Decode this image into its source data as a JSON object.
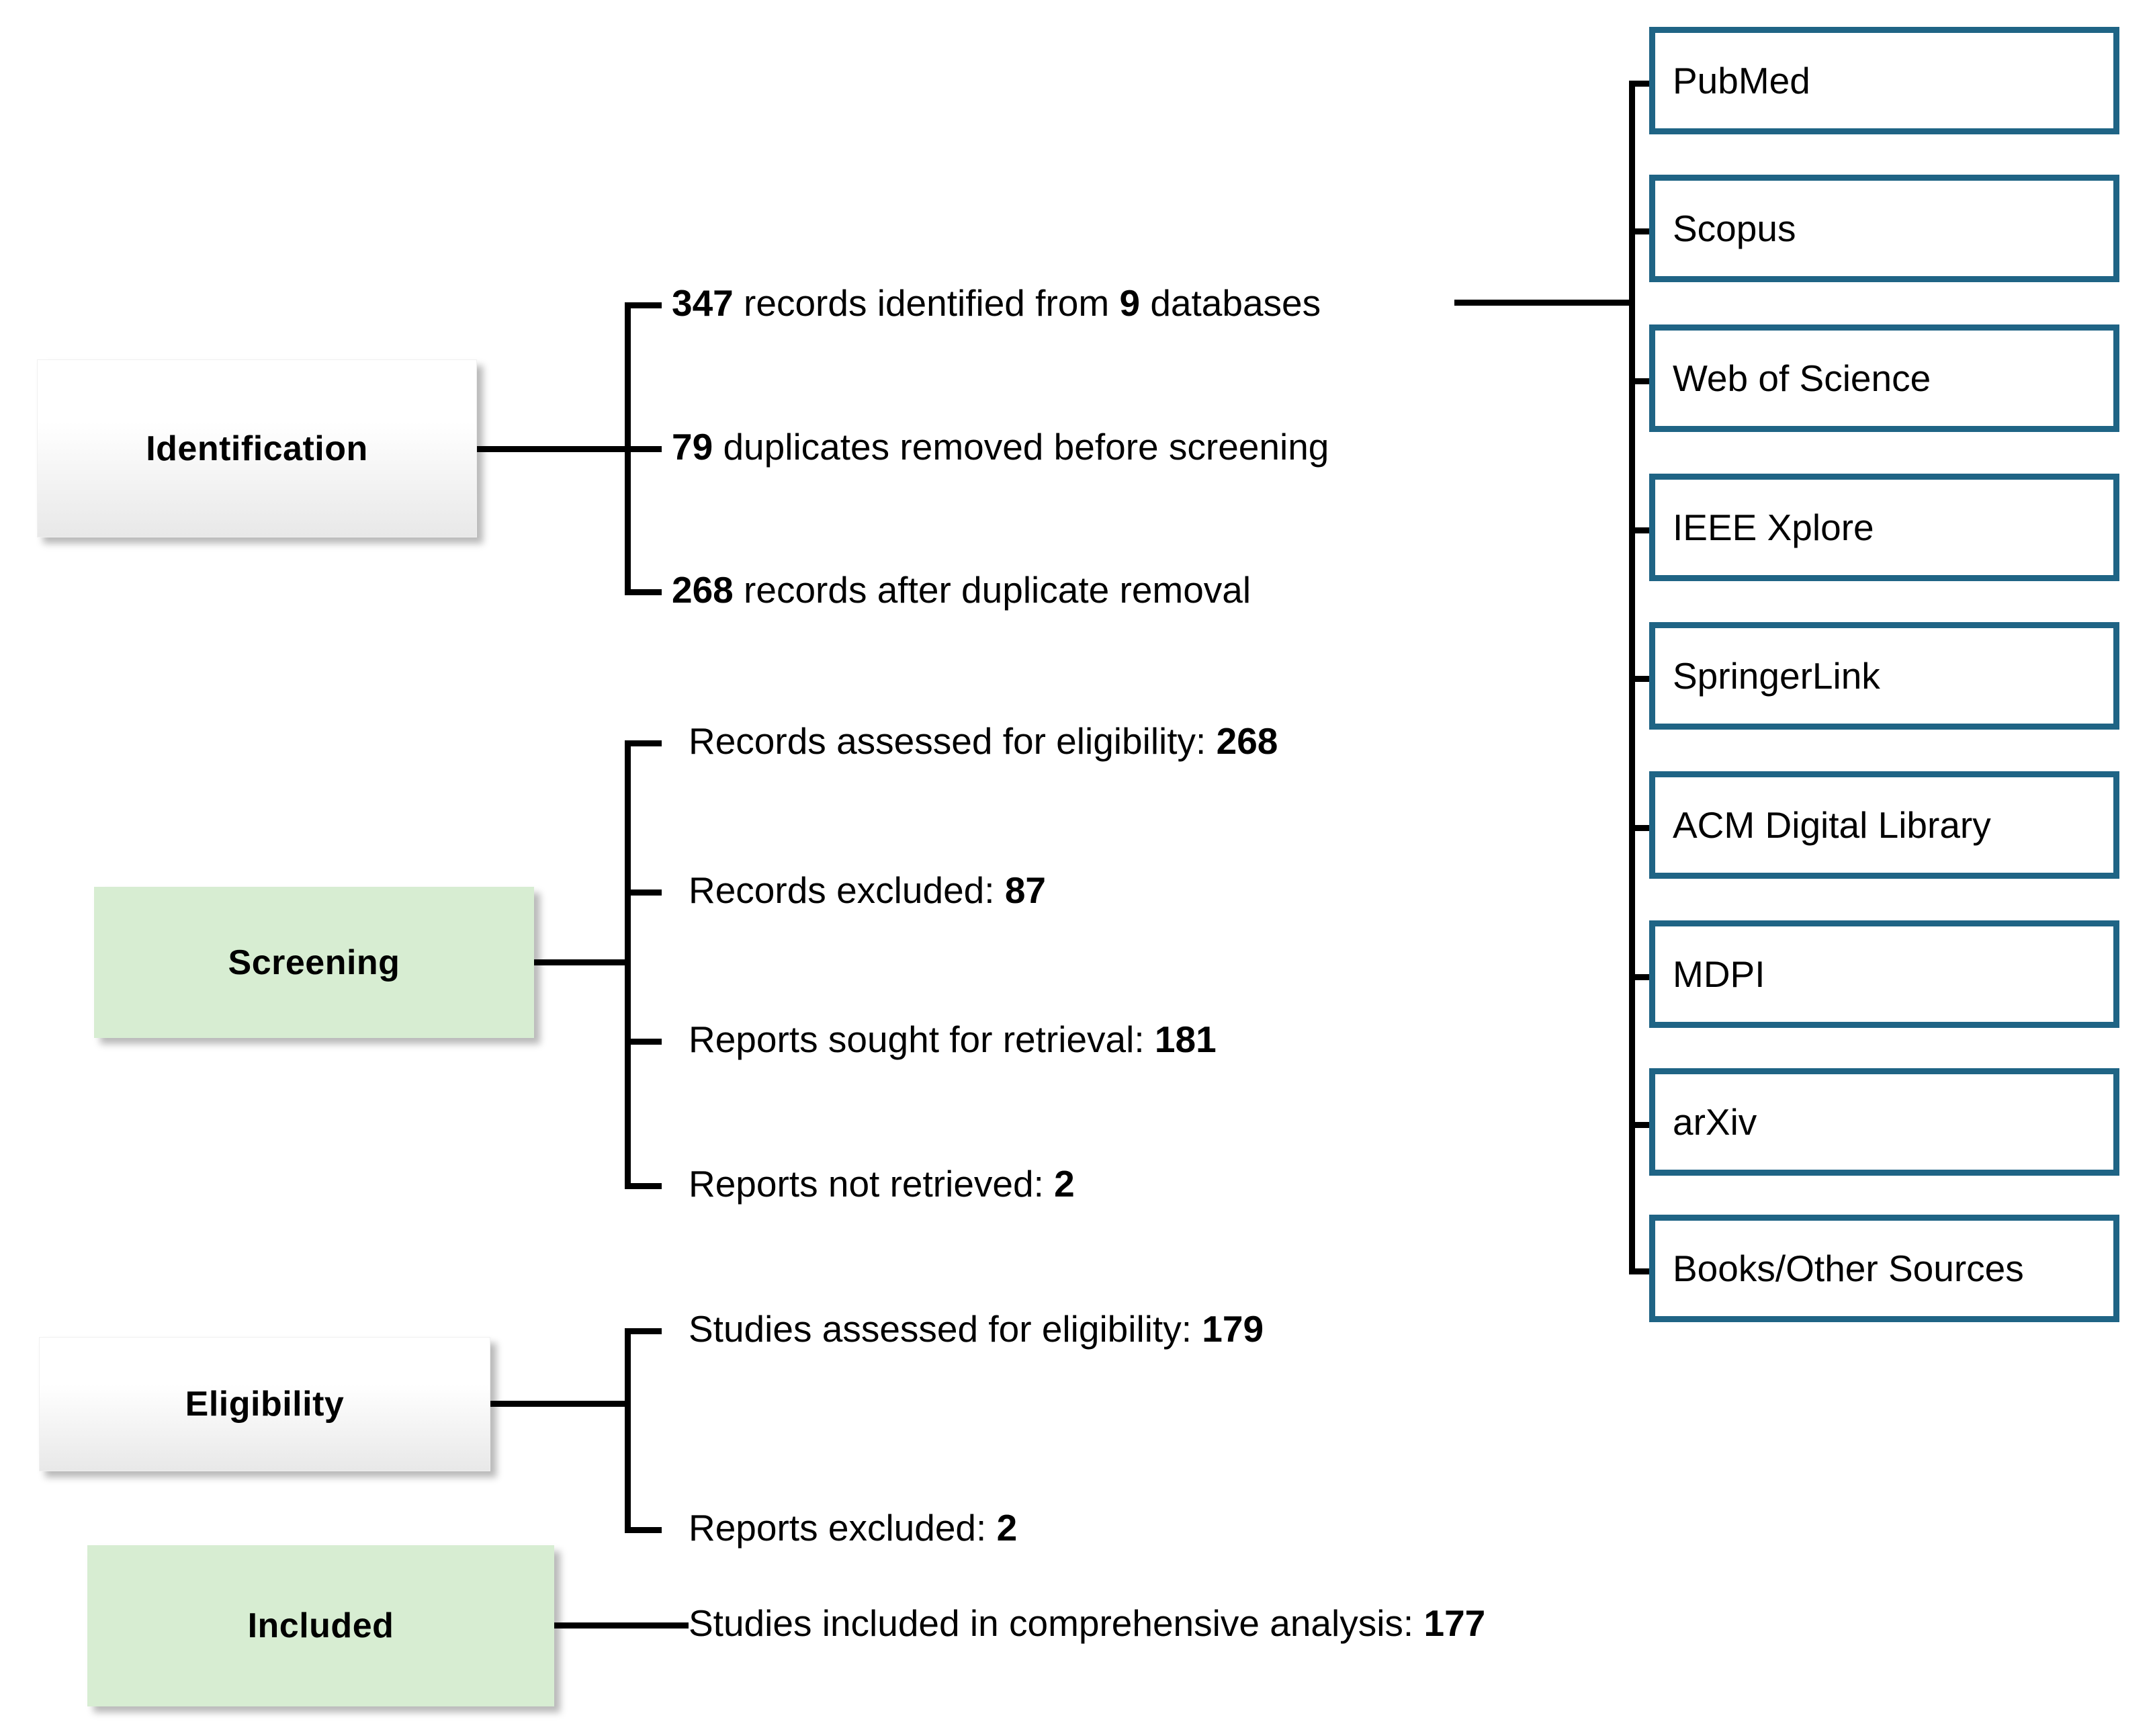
{
  "diagram": {
    "type": "prisma-flow-diagram",
    "stages": [
      {
        "id": "identification",
        "label": "Identification",
        "style": "gradient",
        "items": [
          {
            "number": "347",
            "text": " records identified from ",
            "number2": "9",
            "text2": " databases",
            "bold_first": true
          },
          {
            "number": "79",
            "text": " duplicates removed before screening",
            "bold_first": true
          },
          {
            "number": "268",
            "text": " records after duplicate removal",
            "bold_first": true
          }
        ]
      },
      {
        "id": "screening",
        "label": "Screening",
        "style": "green",
        "items": [
          {
            "text": "Records assessed for eligibility: ",
            "number": "268",
            "bold_first": false
          },
          {
            "text": "Records excluded: ",
            "number": "87",
            "bold_first": false
          },
          {
            "text": "Reports sought for retrieval: ",
            "number": "181",
            "bold_first": false
          },
          {
            "text": "Reports not retrieved: ",
            "number": "2",
            "bold_first": false
          }
        ]
      },
      {
        "id": "eligibility",
        "label": "Eligibility",
        "style": "gradient",
        "items": [
          {
            "text": "Studies assessed for eligibility: ",
            "number": "179",
            "bold_first": false
          },
          {
            "text": "Reports excluded: ",
            "number": "2",
            "bold_first": false
          }
        ]
      },
      {
        "id": "included",
        "label": "Included",
        "style": "green",
        "items": [
          {
            "text": "Studies included in comprehensive analysis: ",
            "number": "177",
            "bold_first": false
          }
        ]
      }
    ],
    "databases": {
      "source_row_label": "347 records identified from 9 databases",
      "items": [
        {
          "name": "PubMed"
        },
        {
          "name": "Scopus"
        },
        {
          "name": "Web of Science"
        },
        {
          "name": "IEEE Xplore"
        },
        {
          "name": "SpringerLink"
        },
        {
          "name": "ACM Digital Library"
        },
        {
          "name": "MDPI"
        },
        {
          "name": "arXiv"
        },
        {
          "name": "Books/Other Sources"
        }
      ]
    },
    "counts": {
      "records_identified": 347,
      "databases_count": 9,
      "duplicates_removed": 79,
      "records_after_duplicate_removal": 268,
      "records_assessed_for_eligibility": 268,
      "records_excluded": 87,
      "reports_sought_for_retrieval": 181,
      "reports_not_retrieved": 2,
      "studies_assessed_for_eligibility": 179,
      "reports_excluded": 2,
      "studies_included": 177
    },
    "colors": {
      "database_border": "#1f6485",
      "stage_green": "#d7edd2",
      "connector": "#000000",
      "text": "#000000"
    }
  }
}
